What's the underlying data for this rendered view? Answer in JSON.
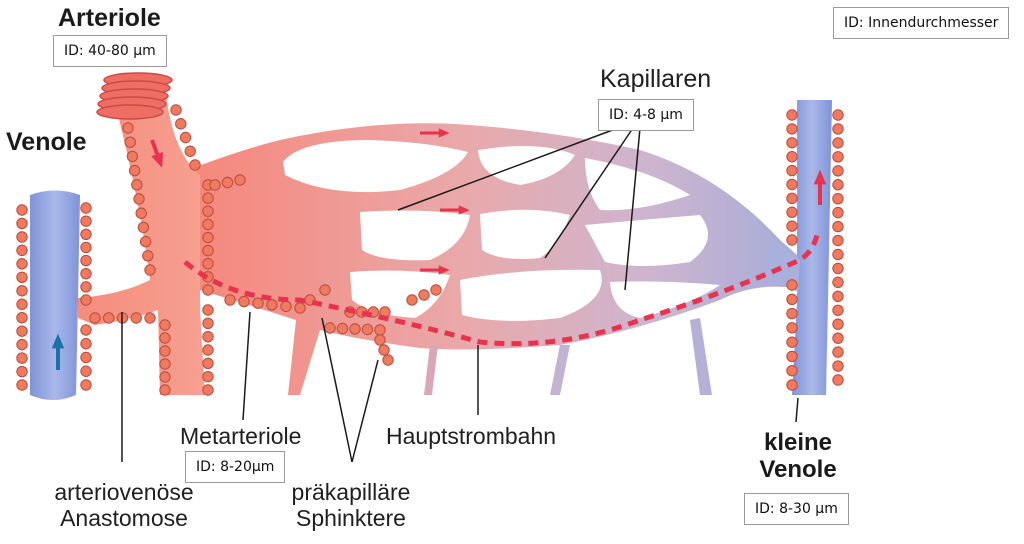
{
  "labels": {
    "arteriole": "Arteriole",
    "venole": "Venole",
    "kapillaren": "Kapillaren",
    "metarteriole": "Metarteriole",
    "hauptstrombahn": "Hauptstrombahn",
    "kleine_venole_1": "kleine",
    "kleine_venole_2": "Venole",
    "av_anastomose_1": "arteriovenöse",
    "av_anastomose_2": "Anastomose",
    "sphinktere_1": "präkapilläre",
    "sphinktere_2": "Sphinktere"
  },
  "id_boxes": {
    "legend": "ID:  Innendurchmesser",
    "arteriole": "ID:  40-80 µm",
    "kapillaren": "ID:  4-8 µm",
    "metarteriole": "ID:  8-20µm",
    "kleine_venole": "ID:  8-30 µm"
  },
  "colors": {
    "arterial": "#f4897d",
    "capillary": "#d9b3c3",
    "venous": "#8c9ed8",
    "smooth_muscle": "#ef7a60",
    "flow_arrow": "#e8334f",
    "venous_arrow": "#1d6fa8"
  }
}
